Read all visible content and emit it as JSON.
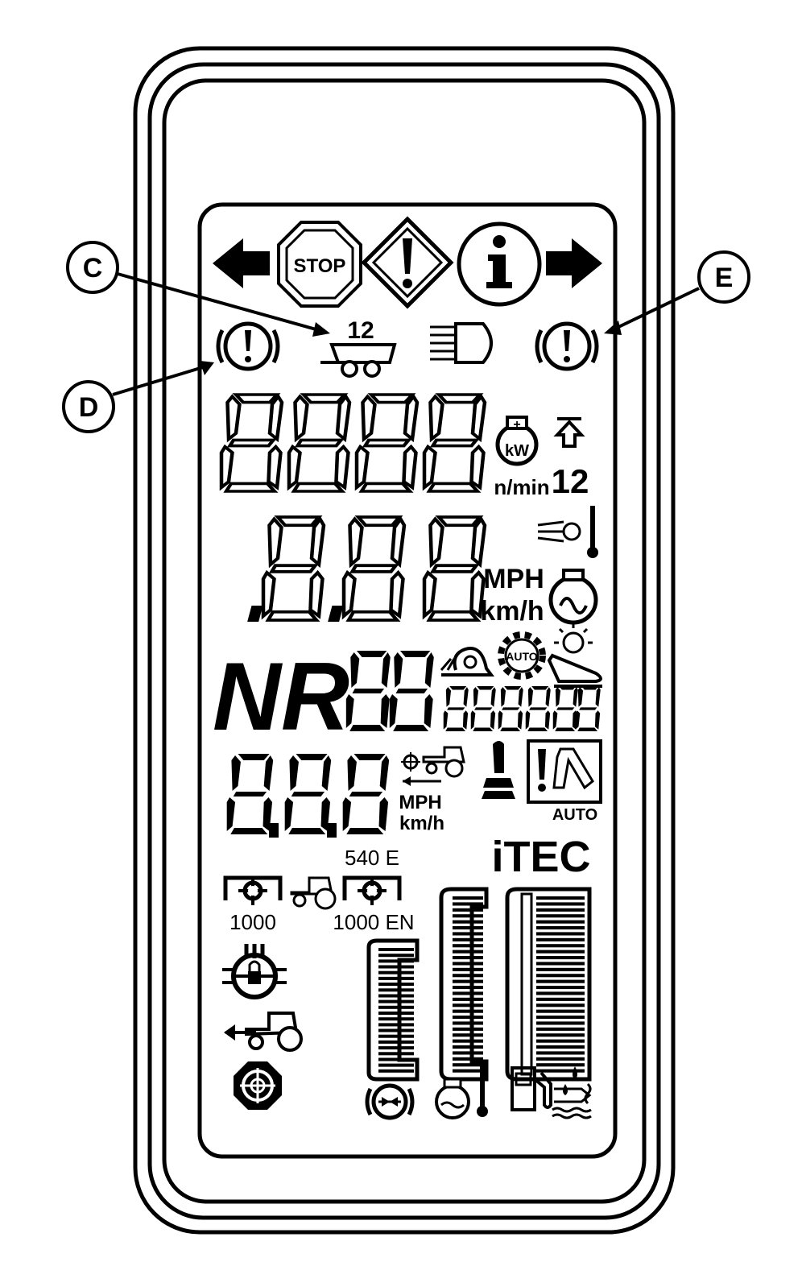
{
  "callouts": {
    "c": "C",
    "d": "D",
    "e": "E"
  },
  "display": {
    "top_row": {
      "stop_sign": "STOP"
    },
    "trailer_number": "12",
    "engine_power_unit": "n/min",
    "hitch_position": "12",
    "speed_units": {
      "mph": "MPH",
      "kmh": "km/h"
    },
    "gear_letters": "NR",
    "ground_speed_units": {
      "mph": "MPH",
      "kmh": "km/h"
    },
    "auto_badge": "AUTO",
    "auto_gear_badge": "AUTO",
    "brand": "iTEC",
    "pto": {
      "rear_speed": "540 E",
      "left_speed": "1000",
      "right_speed": "1000 EN"
    },
    "kw_icon": "kW"
  },
  "icons": [
    "arrow-left-icon",
    "stop-sign-icon",
    "warning-diamond-icon",
    "info-icon",
    "arrow-right-icon",
    "trailer-brake-warning-icon",
    "trailer-icon",
    "headlight-icon",
    "engine-power-icon",
    "hitch-up-icon",
    "intake-air-temp-icon",
    "turbo-icon",
    "creeper-snail-icon",
    "auto-gear-icon",
    "sunlight-seat-icon",
    "ground-radar-tractor-icon",
    "joystick-icon",
    "auto-steer-warning-icon",
    "pto-1000-icon",
    "pto-tractor-icon",
    "pto-1000en-icon",
    "diff-lock-icon",
    "reverse-tractor-icon",
    "mfwd-icon",
    "park-brake-icon",
    "coolant-temp-icon",
    "fuel-icon",
    "water-in-fuel-icon"
  ],
  "gauges": {
    "left_bar_level": 1.0,
    "middle_bar_level": 1.0,
    "right_bar_level": 1.0
  }
}
